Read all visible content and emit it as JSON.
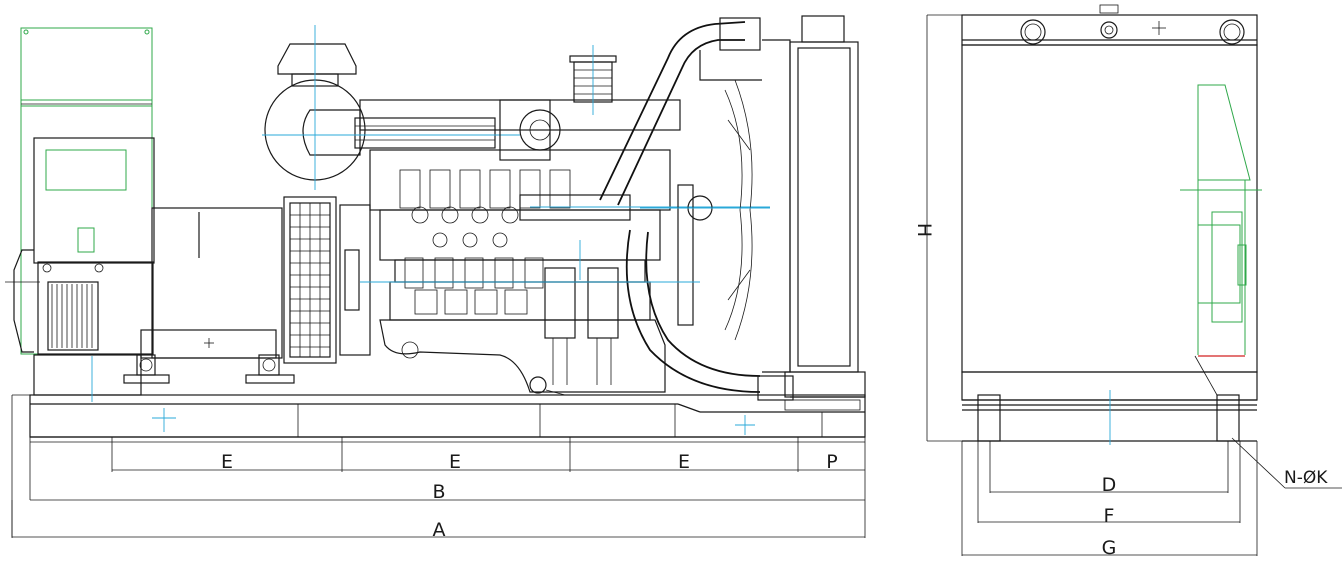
{
  "side_view": {
    "labels": {
      "e1": "E",
      "e2": "E",
      "e3": "E",
      "p": "P",
      "b": "B",
      "a": "A"
    }
  },
  "end_view": {
    "labels": {
      "h": "H",
      "d": "D",
      "f": "F",
      "g": "G",
      "hole_callout": "N-ØK"
    }
  },
  "colors": {
    "line": "#1a1a1a",
    "alternator_outline": "#2fa84a",
    "centerline": "#2aa8d8",
    "accent": "#d22222"
  }
}
